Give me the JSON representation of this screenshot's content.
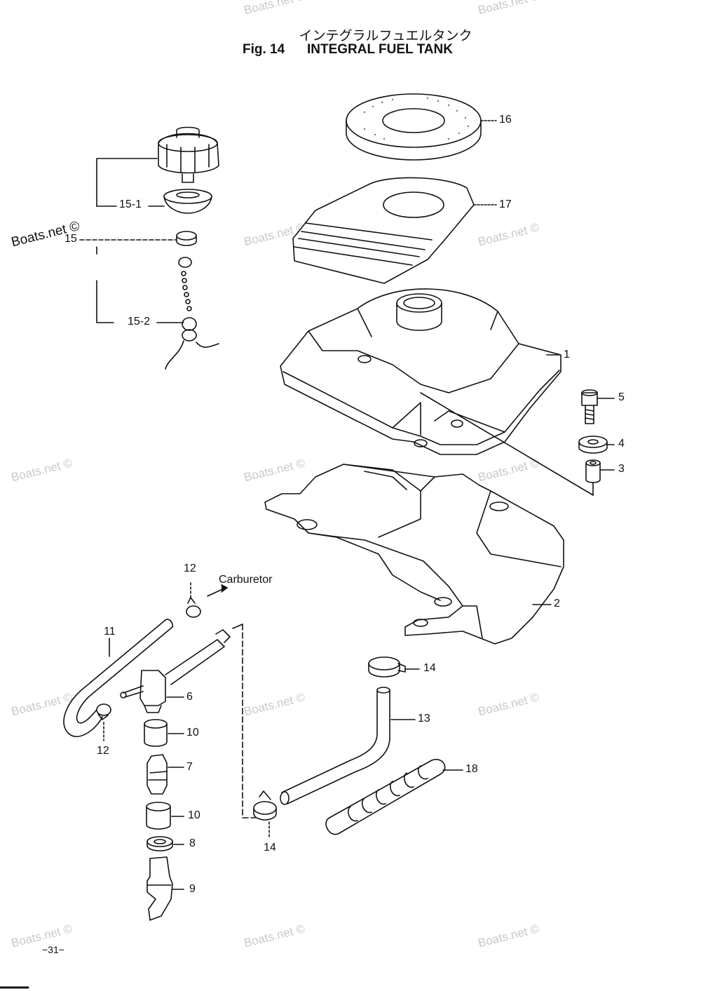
{
  "title": {
    "japanese": "インテグラルフュエルタンク",
    "figure": "Fig. 14",
    "name": "INTEGRAL FUEL TANK"
  },
  "watermark": "Boats.net ©",
  "callouts": [
    {
      "id": "16",
      "text": "16"
    },
    {
      "id": "17",
      "text": "17"
    },
    {
      "id": "1",
      "text": "1"
    },
    {
      "id": "5",
      "text": "5"
    },
    {
      "id": "4",
      "text": "4"
    },
    {
      "id": "3",
      "text": "3"
    },
    {
      "id": "2",
      "text": "2"
    },
    {
      "id": "15-1",
      "text": "15-1"
    },
    {
      "id": "15",
      "text": "15"
    },
    {
      "id": "15-2",
      "text": "15-2"
    },
    {
      "id": "12-top",
      "text": "12"
    },
    {
      "id": "11",
      "text": "11"
    },
    {
      "id": "6",
      "text": "6"
    },
    {
      "id": "12-bottom",
      "text": "12"
    },
    {
      "id": "10-top",
      "text": "10"
    },
    {
      "id": "7",
      "text": "7"
    },
    {
      "id": "10-bottom",
      "text": "10"
    },
    {
      "id": "8",
      "text": "8"
    },
    {
      "id": "9",
      "text": "9"
    },
    {
      "id": "14-top",
      "text": "14"
    },
    {
      "id": "13",
      "text": "13"
    },
    {
      "id": "18",
      "text": "18"
    },
    {
      "id": "14-bottom",
      "text": "14"
    }
  ],
  "carburetor_label": "Carburetor",
  "page_number": "−31−"
}
